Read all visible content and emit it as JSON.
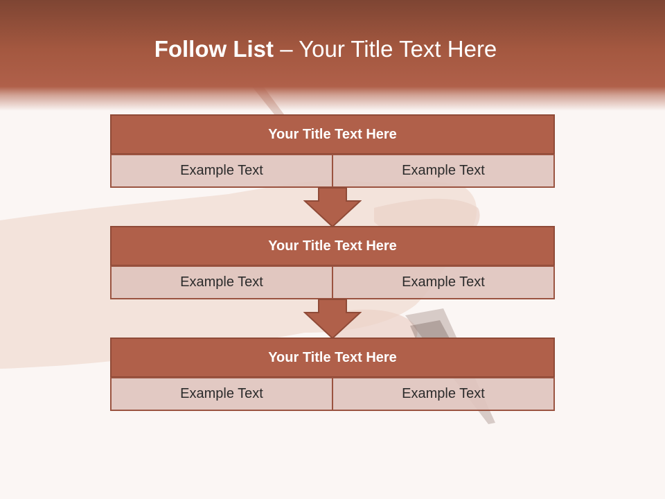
{
  "title": {
    "bold": "Follow List",
    "rest": " – Your Title Text Here"
  },
  "blocks": [
    {
      "title": "Your Title Text Here",
      "left": "Example Text",
      "right": "Example Text"
    },
    {
      "title": "Your Title Text Here",
      "left": "Example Text",
      "right": "Example Text"
    },
    {
      "title": "Your Title Text Here",
      "left": "Example Text",
      "right": "Example Text"
    }
  ],
  "colors": {
    "header": "#a45840",
    "block_title": "#b0604a",
    "block_border": "#8f4a37",
    "cell": "#e0c4be",
    "background": "#fbf6f4"
  }
}
